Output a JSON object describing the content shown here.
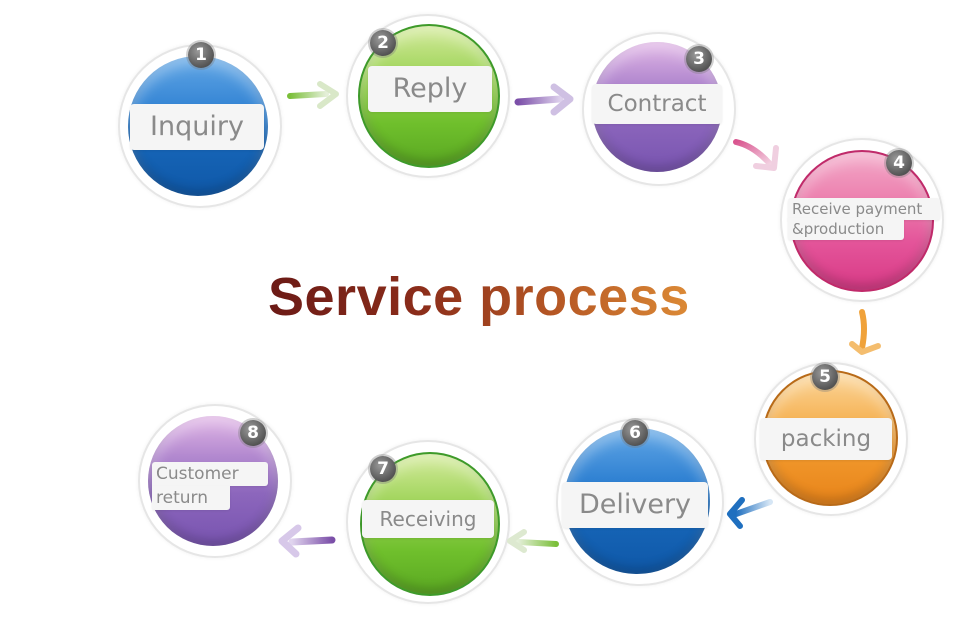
{
  "title": "Service process",
  "steps": [
    {
      "number": "1",
      "label": "Inquiry",
      "color": "#1c6fc0"
    },
    {
      "number": "2",
      "label": "Reply",
      "color": "#6cbf2c"
    },
    {
      "number": "3",
      "label": "Contract",
      "color": "#8e5fb5"
    },
    {
      "number": "4",
      "label": "Receive payment &production",
      "label_line1": "Receive payment",
      "label_line2": "&production",
      "color": "#e24f93"
    },
    {
      "number": "5",
      "label": "packing",
      "color": "#f0962a"
    },
    {
      "number": "6",
      "label": "Delivery",
      "color": "#1c6fc0"
    },
    {
      "number": "7",
      "label": "Receiving",
      "color": "#6cbf2c"
    },
    {
      "number": "8",
      "label": "Customer return",
      "label_line1": "Customer",
      "label_line2": "return",
      "color": "#8e5fb5"
    }
  ],
  "arrows": [
    {
      "from": "1",
      "to": "2",
      "color": "#7bbf3a"
    },
    {
      "from": "2",
      "to": "3",
      "color": "#8a5fb0"
    },
    {
      "from": "3",
      "to": "4",
      "color": "#d9558f"
    },
    {
      "from": "4",
      "to": "5",
      "color": "#f0a23a"
    },
    {
      "from": "5",
      "to": "6",
      "color": "#1f6fbf"
    },
    {
      "from": "6",
      "to": "7",
      "color": "#7bbf3a"
    },
    {
      "from": "7",
      "to": "8",
      "color": "#8a5fb0"
    }
  ]
}
